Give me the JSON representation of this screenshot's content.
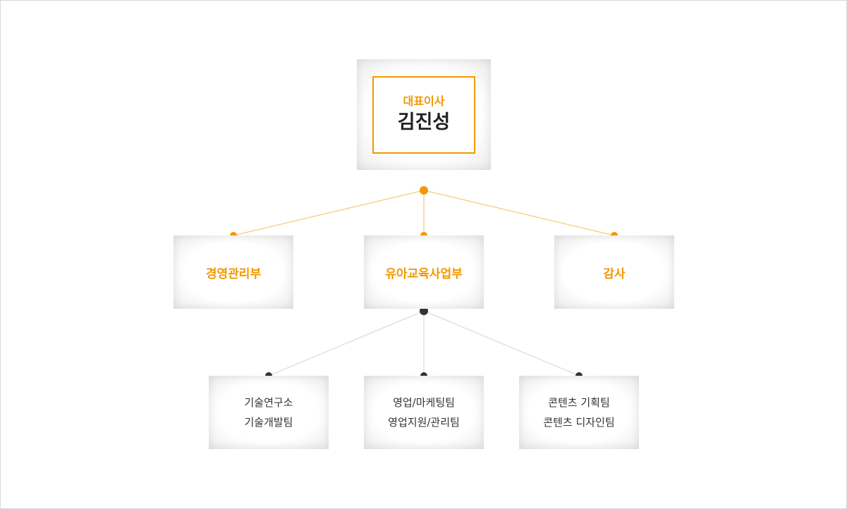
{
  "colors": {
    "accent": "#f39800",
    "accent_line": "#f8cc80",
    "dark_node": "#333333",
    "grey_line": "#dddddd"
  },
  "ceo": {
    "role": "대표이사",
    "name": "김진성"
  },
  "departments": [
    {
      "label": "경영관리부"
    },
    {
      "label": "유아교육사업부"
    },
    {
      "label": "감사"
    }
  ],
  "teams": [
    {
      "lines": [
        "기술연구소",
        "기술개발팀"
      ]
    },
    {
      "lines": [
        "영업/마케팅팀",
        "영업지원/관리팀"
      ]
    },
    {
      "lines": [
        "콘텐츠 기획팀",
        "콘텐츠 디자인팀"
      ]
    }
  ]
}
